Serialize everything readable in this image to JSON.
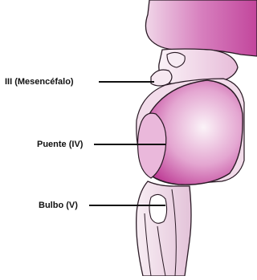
{
  "labels": {
    "mesencefalo": "III (Mesencéfalo)",
    "puente": "Puente (IV)",
    "bulbo": "Bulbo (V)"
  },
  "colors": {
    "tissue_light": "#f3e2ee",
    "tissue_mid": "#d98ac3",
    "tissue_strong": "#c2469c",
    "outline": "#2a1a25",
    "leader": "#111111"
  }
}
